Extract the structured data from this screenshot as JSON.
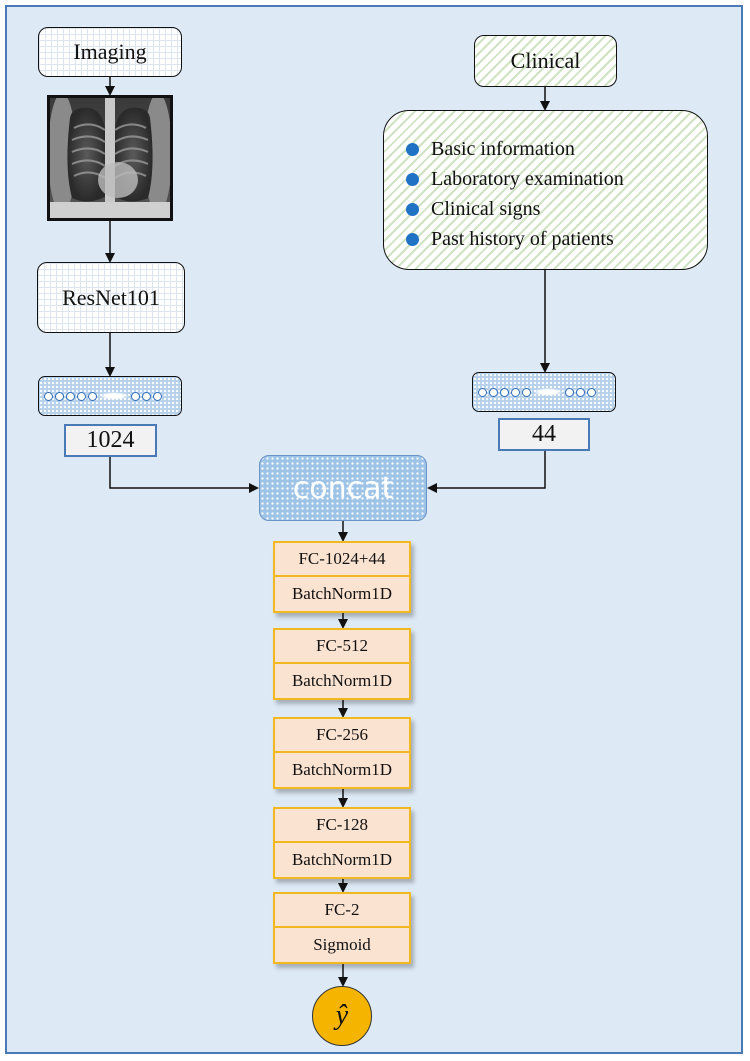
{
  "imaging": {
    "title": "Imaging",
    "image_alt": "chest x-ray image",
    "backbone": "ResNet101",
    "feature_size": "1024"
  },
  "clinical": {
    "title": "Clinical",
    "items": [
      "Basic information",
      "Laboratory examination",
      "Clinical signs",
      "Past history of patients"
    ],
    "feature_size": "44"
  },
  "fusion": {
    "label": "concat"
  },
  "layers": [
    {
      "top": "FC-1024+44",
      "bottom": "BatchNorm1D"
    },
    {
      "top": "FC-512",
      "bottom": "BatchNorm1D"
    },
    {
      "top": "FC-256",
      "bottom": "BatchNorm1D"
    },
    {
      "top": "FC-128",
      "bottom": "BatchNorm1D"
    },
    {
      "top": "FC-2",
      "bottom": "Sigmoid"
    }
  ],
  "output": {
    "symbol": "ŷ"
  },
  "colors": {
    "background": "#dde9f5",
    "frame_border": "#4a7ab5",
    "layer_border": "#f2b81f",
    "layer_fill": "#fbe3d2",
    "concat_fill": "#9dc3e6",
    "output_fill": "#f4b400",
    "bullet": "#1f72c4"
  }
}
